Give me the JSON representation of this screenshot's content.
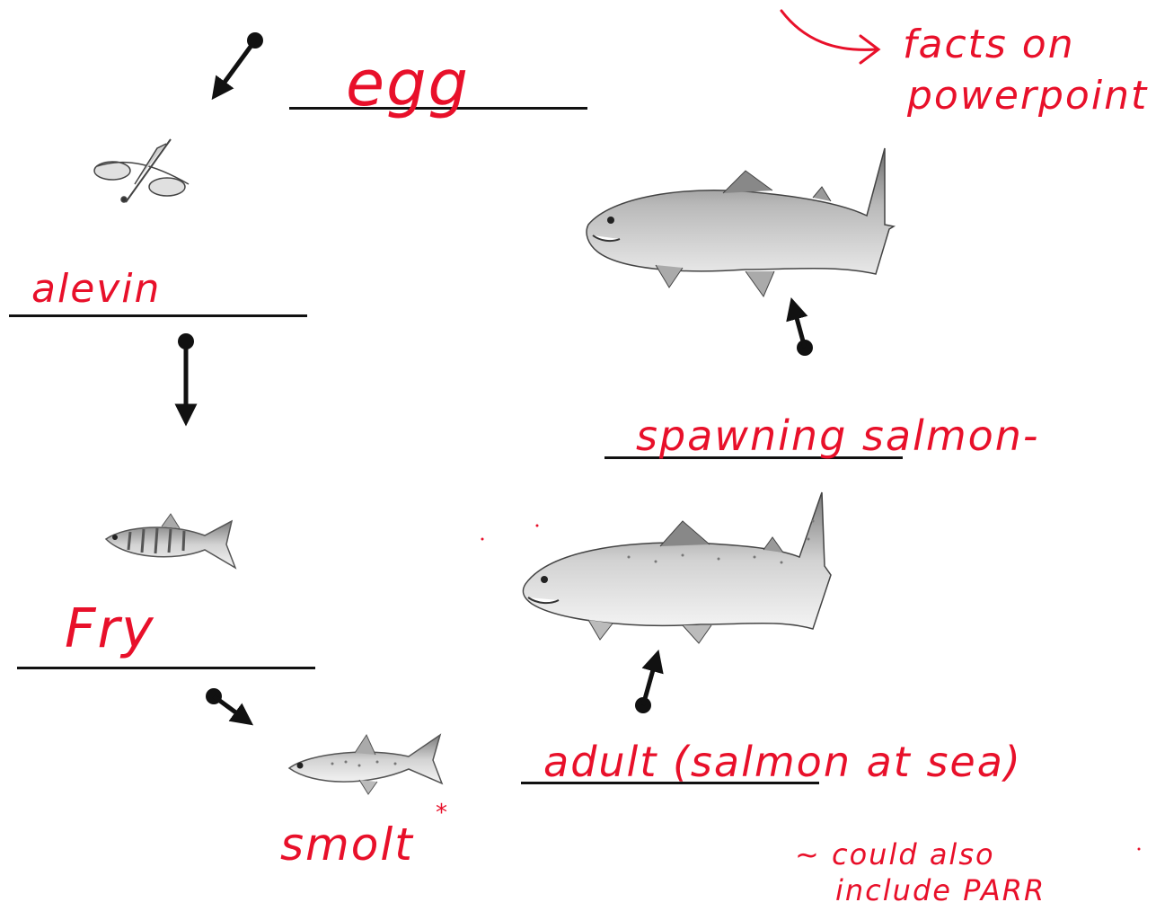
{
  "labels": {
    "egg": "egg",
    "alevin": "alevin",
    "fry": "Fry",
    "smolt": "smolt",
    "smolt_mark": "*",
    "adult": "adult (salmon at sea)",
    "spawning": "spawning salmon-",
    "facts": [
      "facts on",
      "powerpoint"
    ],
    "note_line1": "~ could also",
    "note_line2": "include PARR"
  },
  "colors": {
    "handwriting": "#e8102a",
    "lines": "#111111"
  },
  "icons": [
    "eggs-illustration",
    "alevin-illustration",
    "fry-illustration",
    "smolt-illustration",
    "adult-salmon-illustration",
    "spawning-salmon-illustration",
    "arrow-icon"
  ]
}
